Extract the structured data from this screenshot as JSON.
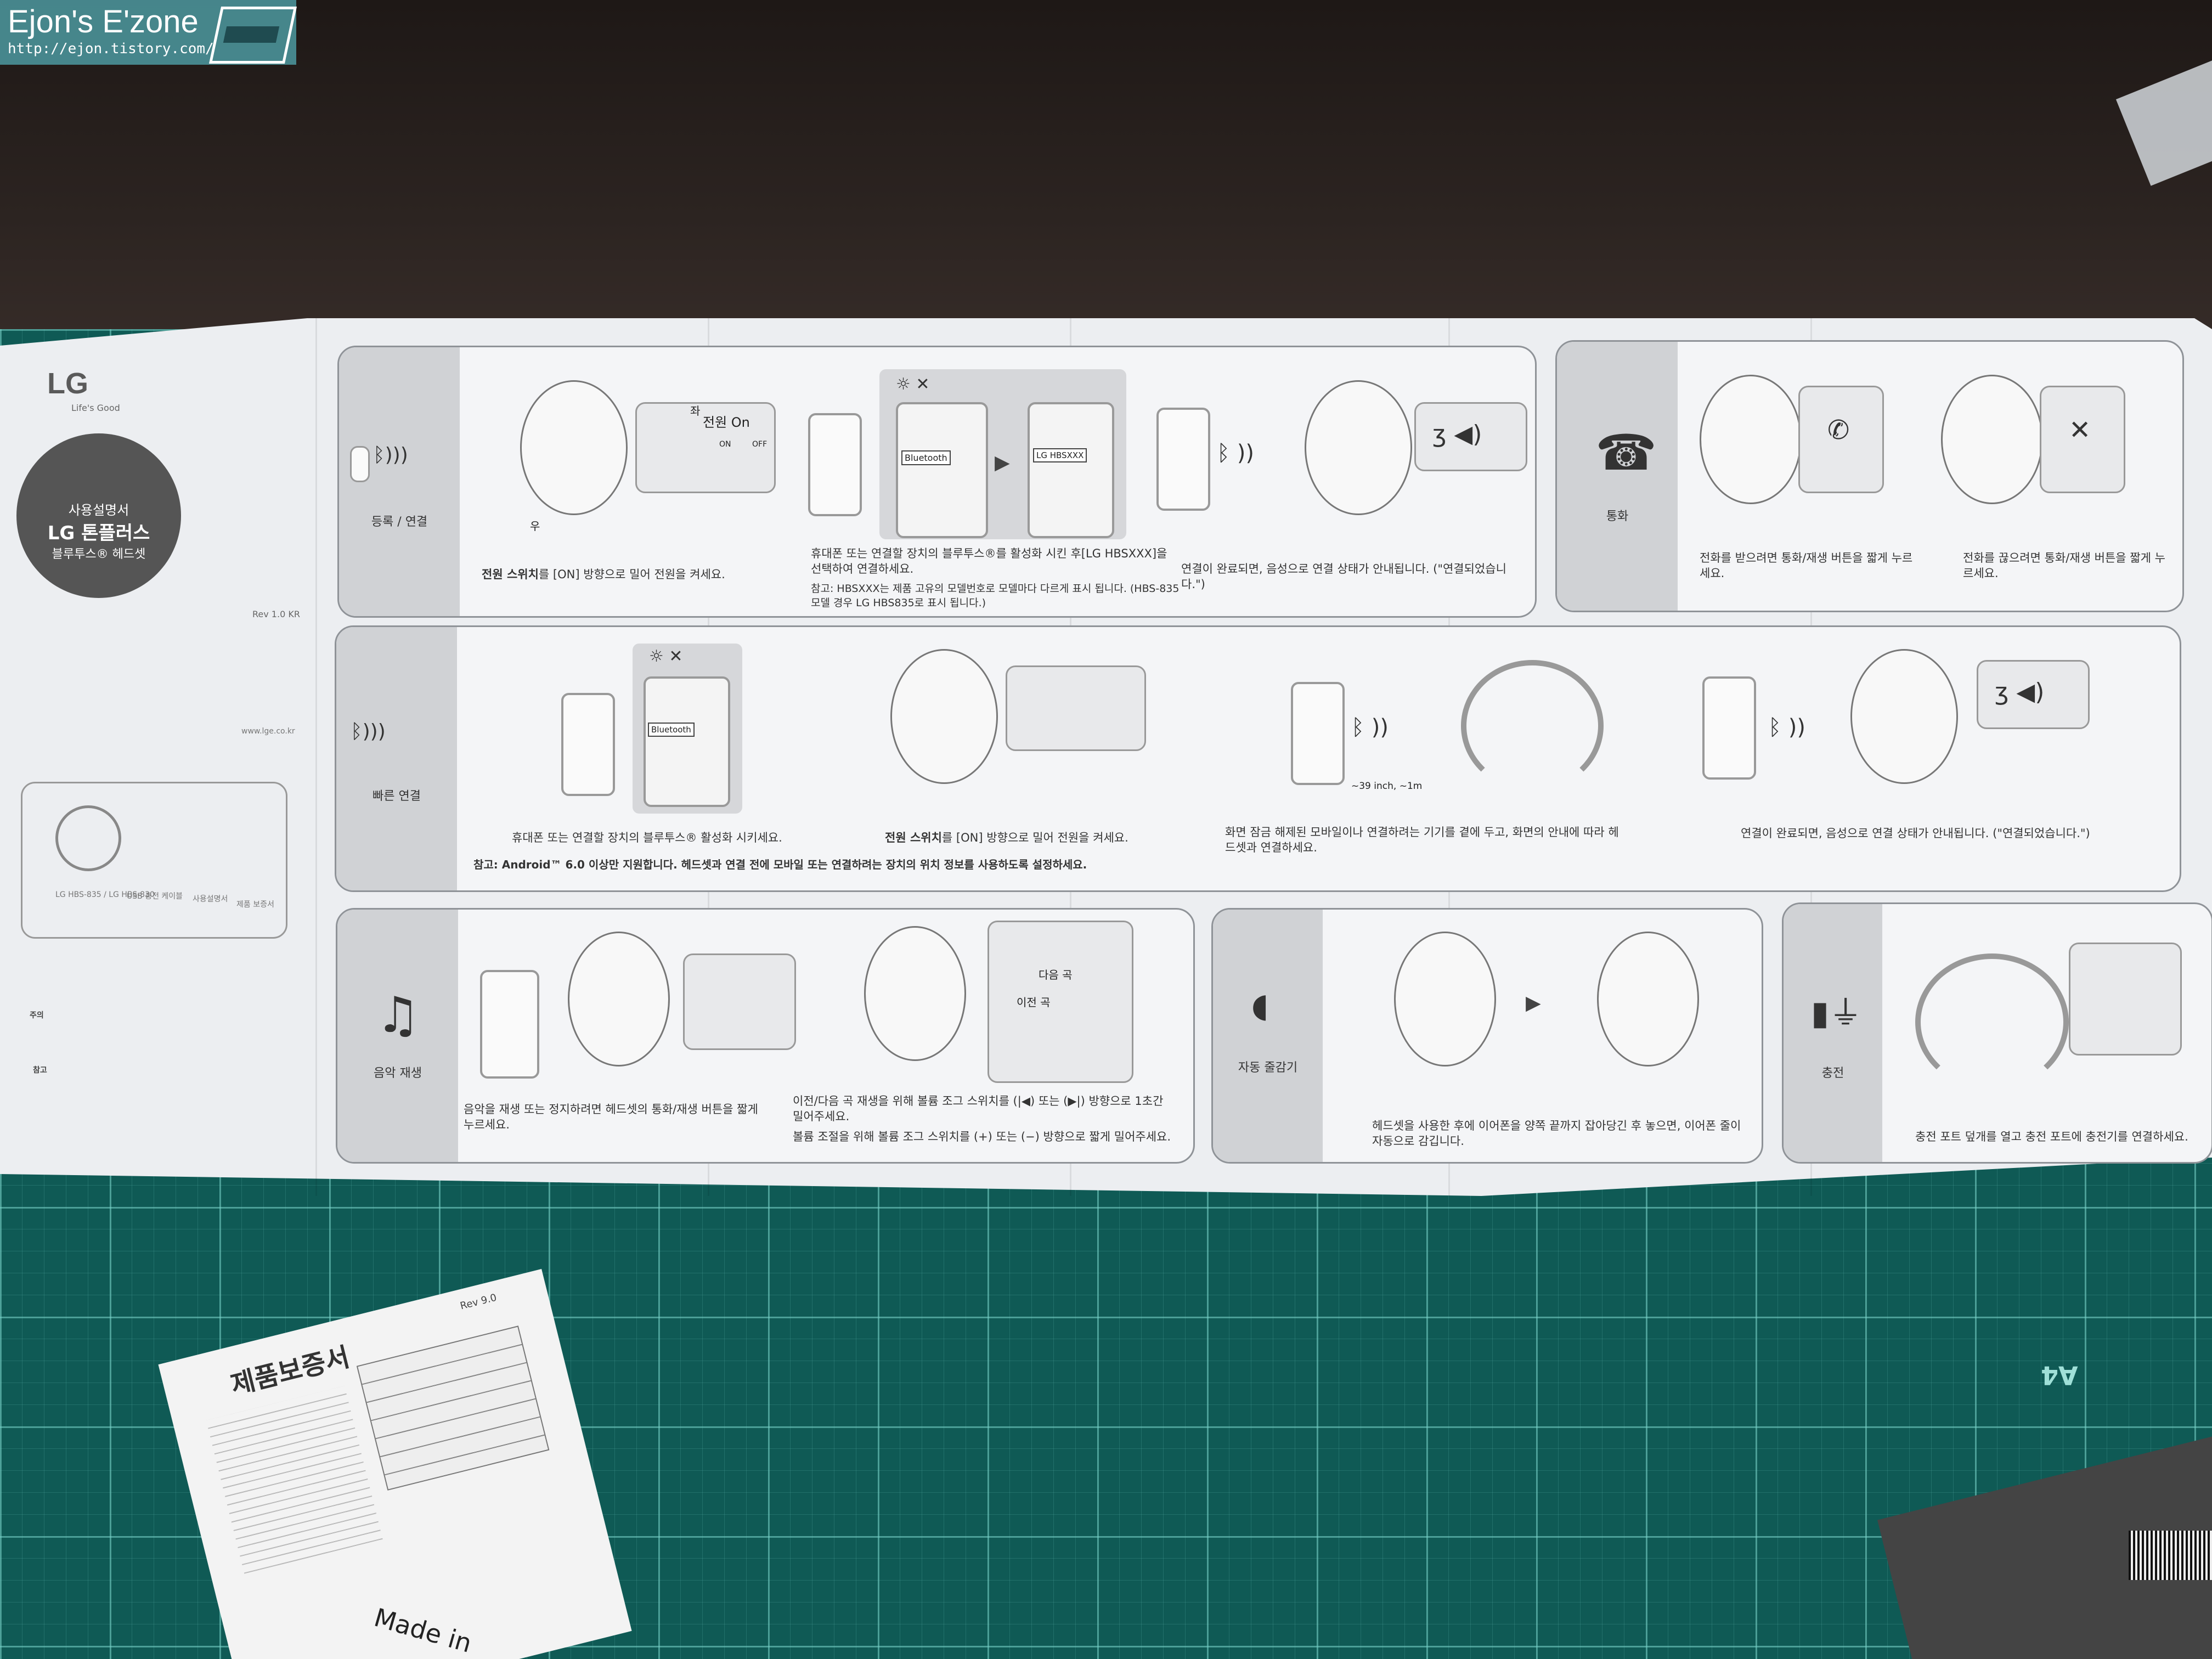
{
  "watermark": {
    "title": "Ejon's E'zone",
    "url": "http://ejon.tistory.com/"
  },
  "cover": {
    "logo": "LG",
    "tagline": "Life's Good",
    "line1": "사용설명서",
    "line2": "LG 톤플러스",
    "line3": "블루투스® 헤드셋",
    "rev": "Rev 1.0 KR",
    "site": "www.lge.co.kr",
    "contents": [
      "LG HBS-835 / LG HBS-830",
      "USB 충전 케이블",
      "사용설명서",
      "제품 보증서"
    ],
    "caution_title": "주의",
    "note_title": "참고"
  },
  "row1": {
    "pairing_label": "등록 / 연결",
    "power_label": "전원 On",
    "on_label": "ON",
    "off_label": "OFF",
    "bt_label": "Bluetooth",
    "device_label": "LG HBSXXX",
    "right_marker": "우",
    "left_marker": "좌",
    "cap1_bold": "전원 스위치",
    "cap1": "를 [ON] 방향으로 밀어 전원을 켜세요.",
    "cap2": "휴대폰 또는 연결할 장치의 블루투스®를 활성화 시킨 후[LG HBSXXX]을 선택하여 연결하세요.",
    "cap2_note": "참고: HBSXXX는 제품 고유의 모델번호로 모델마다 다르게 표시 됩니다. (HBS-835모델 경우 LG HBS835로 표시 됩니다.)",
    "cap3": "연결이 완료되면, 음성으로 연결 상태가 안내됩니다. (\"연결되었습니다.\")",
    "call_label": "통화",
    "call_cap1": "전화를 받으려면 통화/재생 버튼을 짧게 누르세요.",
    "call_cap2": "전화를 끊으려면 통화/재생 버튼을 짧게 누르세요."
  },
  "row2": {
    "quick_label": "빠른 연결",
    "bt_label": "Bluetooth",
    "cap1": "휴대폰 또는 연결할 장치의 블루투스® 활성화 시키세요.",
    "cap2_bold": "전원 스위치",
    "cap2": "를 [ON] 방향으로 밀어 전원을 켜세요.",
    "distance": "~39 inch, ~1m",
    "cap3": "화면 잠금 해제된 모바일이나 연결하려는 기기를 곁에 두고, 화면의 안내에 따라 헤드셋과 연결하세요.",
    "cap4": "연결이 완료되면, 음성으로 연결 상태가 안내됩니다. (\"연결되었습니다.\")",
    "note": "참고: Android™ 6.0 이상만 지원합니다. 헤드셋과 연결 전에 모바일 또는 연결하려는 장치의 위치 정보를 사용하도록 설정하세요."
  },
  "row3": {
    "music_label": "음악 재생",
    "next_label": "다음 곡",
    "prev_label": "이전 곡",
    "cap1": "음악을 재생 또는 정지하려면 헤드셋의 통화/재생 버튼을 짧게 누르세요.",
    "cap2": "이전/다음 곡 재생을 위해 볼륨 조그 스위치를 (|◀) 또는 (▶|) 방향으로 1초간 밀어주세요.",
    "cap3": "볼륨 조절을 위해 볼륨 조그 스위치를 (+) 또는 (−) 방향으로 짧게 밀어주세요.",
    "winder_label": "자동 줄감기",
    "winder_cap": "헤드셋을 사용한 후에 이어폰을 양쪽 끝까지 잡아당긴 후 놓으면, 이어폰 줄이 자동으로 감깁니다.",
    "charge_label": "충전",
    "charge_cap": "충전 포트 덮개를 열고 충전 포트에 충전기를 연결하세요."
  },
  "card": {
    "title": "제품보증서",
    "rev": "Rev 9.0",
    "made_in": "Made in"
  },
  "a4_mark": "A4"
}
